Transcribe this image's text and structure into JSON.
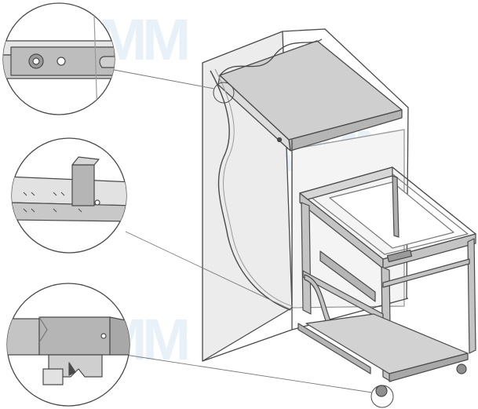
{
  "watermark": {
    "text": "MMM"
  },
  "colors": {
    "steel": "#c8c8c8",
    "steel_dark": "#8f8f8f",
    "panel": "#e8e8e8",
    "outline": "#4a4a4a",
    "callout": "#7a7a7a"
  },
  "callouts": [
    {
      "name": "detail-bracket-top",
      "icon": "bracket-mount-detail"
    },
    {
      "name": "detail-runner-rail",
      "icon": "rail-slide-detail"
    },
    {
      "name": "detail-runner-front",
      "icon": "front-stopper-detail"
    }
  ]
}
